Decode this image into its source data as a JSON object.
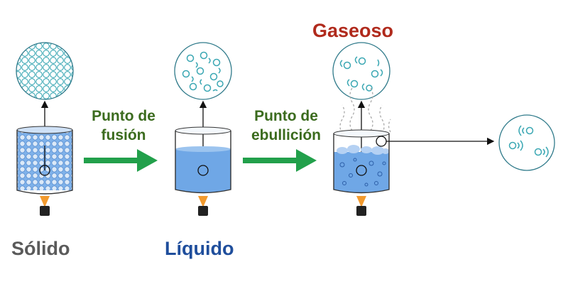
{
  "colors": {
    "arrow": "#22a04b",
    "arrow_label": "#3b6b1e",
    "solid_label": "#5a5a5a",
    "liquid_label": "#1f4e9c",
    "gas_label": "#b02a1c",
    "water": "#6fa7e6",
    "ice": "#bcd6f2",
    "particle": "#3aa7b3",
    "flame": "#f29a2e"
  },
  "labels": {
    "gas_title": "Gaseoso",
    "arrow1_line1": "Punto de",
    "arrow1_line2": "fusión",
    "arrow2_line1": "Punto de",
    "arrow2_line2": "ebullición",
    "solid": "Sólido",
    "liquid": "Líquido"
  },
  "icons": {
    "stage1": "beaker-with-ice-and-burner",
    "stage2": "beaker-with-water-and-burner",
    "stage3": "beaker-boiling-with-burner",
    "magnifier1": "packed-particle-lattice-icon",
    "magnifier2": "loose-particles-icon",
    "magnifier3": "moving-particles-icon",
    "magnifier4": "dispersed-gas-particles-icon"
  }
}
